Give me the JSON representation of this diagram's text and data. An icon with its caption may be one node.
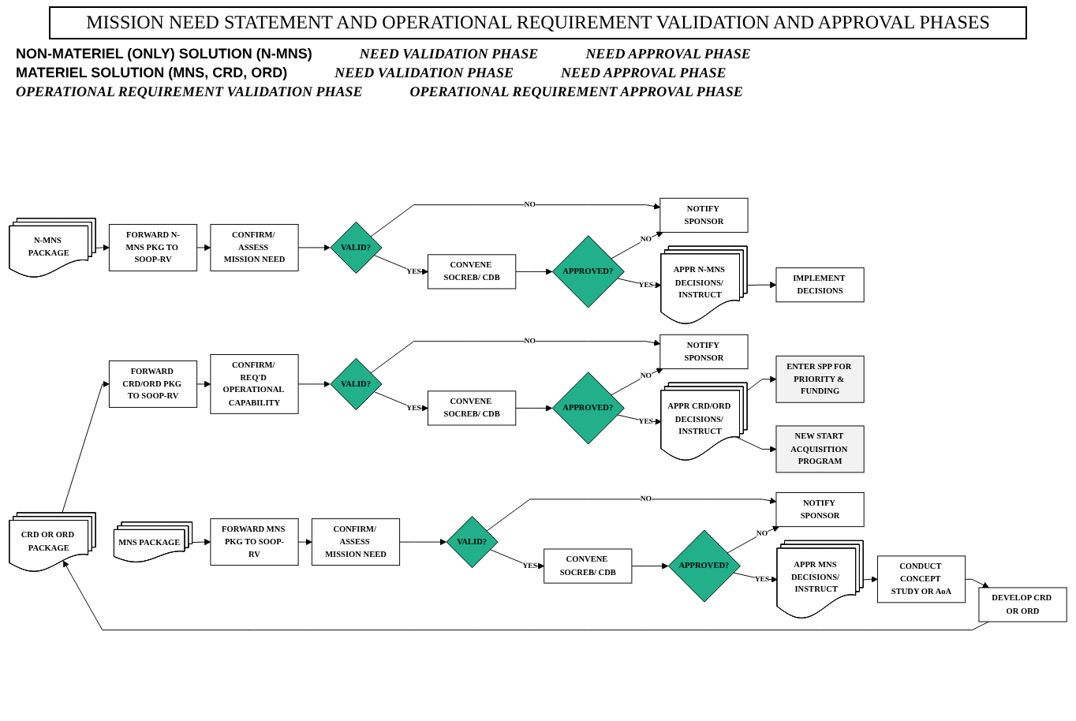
{
  "diagram": {
    "title": "MISSION NEED STATEMENT AND OPERATIONAL REQUIREMENT VALIDATION AND APPROVAL PHASES",
    "nodes": [
      {
        "text": [
          "N-MNS PACKAGE"
        ]
      },
      {
        "text": [
          "FORWARD N-MNS PKG TO SOOP-RV"
        ]
      },
      {
        "text": [
          "CONFIRM/ ASSESS MISSION NEED"
        ]
      },
      {
        "text": [
          "VALID?"
        ]
      },
      {
        "text": [
          "NOTIFY SPONSOR"
        ]
      },
      {
        "text": [
          "CONVENE SOCREB/ CDB"
        ]
      },
      {
        "text": [
          "APPROVED?"
        ]
      },
      {
        "text": [
          "APPR N-MNS DECISIONS/ INSTRUCT"
        ]
      },
      {
        "text": [
          "IMPLEMENT DECISIONS"
        ]
      },
      {
        "text": [
          "MNS PACKAGE"
        ]
      },
      {
        "text": [
          "FORWARD MNS PKG TO SOOP-RV"
        ]
      },
      {
        "text": [
          "CONFIRM/ ASSESS MISSION NEED"
        ]
      },
      {
        "text": [
          "VALID?"
        ]
      },
      {
        "text": [
          "NOTIFY SPONSOR"
        ]
      },
      {
        "text": [
          "CONVENE SOCREB/ CDB"
        ]
      },
      {
        "text": [
          "APPROVED?"
        ]
      },
      {
        "text": [
          "APPR MNS DECISIONS/ INSTRUCT"
        ]
      },
      {
        "text": [
          "CONDUCT CONCEPT STUDY OR AoA"
        ]
      },
      {
        "text": [
          "DEVELOP CRD OR ORD"
        ]
      },
      {
        "text": [
          "CRD OR ORD PACKAGE"
        ]
      },
      {
        "text": [
          "FORWARD CRD/ORD PKG TO SOOP-RV"
        ]
      },
      {
        "text": [
          "CONFIRM/ REQ'D OPERATIONAL CAPABILITY"
        ]
      },
      {
        "text": [
          "VALID?"
        ]
      },
      {
        "text": [
          "NOTIFY SPONSOR"
        ]
      },
      {
        "text": [
          "CONVENE SOCREB/ CDB"
        ]
      },
      {
        "text": [
          "APPROVED?"
        ]
      },
      {
        "text": [
          "APPR CRD/ORD DECISIONS/ INSTRUCT"
        ]
      },
      {
        "text": [
          "ENTER SPP FOR PRIORITY & FUNDING"
        ]
      },
      {
        "text": [
          "NEW START ACQUISITION PROGRAM"
        ]
      }
    ],
    "edges": [
      {
        "from": 0,
        "to": 1,
        "arrow": "to"
      },
      {
        "from": 1,
        "to": 2,
        "arrow": "to"
      },
      {
        "from": 2,
        "to": 3,
        "arrow": "to"
      },
      {
        "from": 3,
        "to": 4,
        "arrow": "to",
        "label": "NO"
      },
      {
        "from": 3,
        "to": 5,
        "arrow": "to",
        "label": "YES"
      },
      {
        "from": 5,
        "to": 6,
        "arrow": "to"
      },
      {
        "from": 6,
        "to": 4,
        "arrow": "to",
        "label": "NO"
      },
      {
        "from": 6,
        "to": 7,
        "arrow": "to",
        "label": "YES"
      },
      {
        "from": 7,
        "to": 8,
        "arrow": "to"
      },
      {
        "from": 9,
        "to": 10,
        "arrow": "to"
      },
      {
        "from": 10,
        "to": 11,
        "arrow": "to"
      },
      {
        "from": 11,
        "to": 12,
        "arrow": "to"
      },
      {
        "from": 12,
        "to": 13,
        "arrow": "to",
        "label": "NO"
      },
      {
        "from": 12,
        "to": 14,
        "arrow": "to",
        "label": "YES"
      },
      {
        "from": 14,
        "to": 15,
        "arrow": "to"
      },
      {
        "from": 15,
        "to": 13,
        "arrow": "to",
        "label": "NO"
      },
      {
        "from": 15,
        "to": 16,
        "arrow": "to",
        "label": "YES"
      },
      {
        "from": 16,
        "to": 17,
        "arrow": "to"
      },
      {
        "from": 17,
        "to": 18,
        "arrow": "to"
      },
      {
        "from": 18,
        "to": 19,
        "arrow": "to"
      },
      {
        "from": 19,
        "to": 20,
        "arrow": "to"
      },
      {
        "from": 20,
        "to": 21,
        "arrow": "to"
      },
      {
        "from": 21,
        "to": 22,
        "arrow": "to"
      },
      {
        "from": 22,
        "to": 23,
        "arrow": "to",
        "label": "NO"
      },
      {
        "from": 22,
        "to": 24,
        "arrow": "to",
        "label": "YES"
      },
      {
        "from": 24,
        "to": 25,
        "arrow": "to"
      },
      {
        "from": 25,
        "to": 23,
        "arrow": "to",
        "label": "NO"
      },
      {
        "from": 25,
        "to": 26,
        "arrow": "to",
        "label": "YES"
      },
      {
        "from": 26,
        "to": 27,
        "arrow": "to"
      },
      {
        "from": 26,
        "to": 28,
        "arrow": "to"
      }
    ],
    "labels": [
      "NON-MATERIEL (ONLY) SOLUTION (N-MNS)",
      "NEED VALIDATION PHASE",
      "NEED APPROVAL PHASE",
      "MATERIEL SOLUTION (MNS, CRD, ORD)",
      "NEED VALIDATION PHASE",
      "NEED APPROVAL PHASE",
      "OPERATIONAL REQUIREMENT VALIDATION PHASE",
      "OPERATIONAL REQUIREMENT APPROVAL PHASE"
    ]
  }
}
